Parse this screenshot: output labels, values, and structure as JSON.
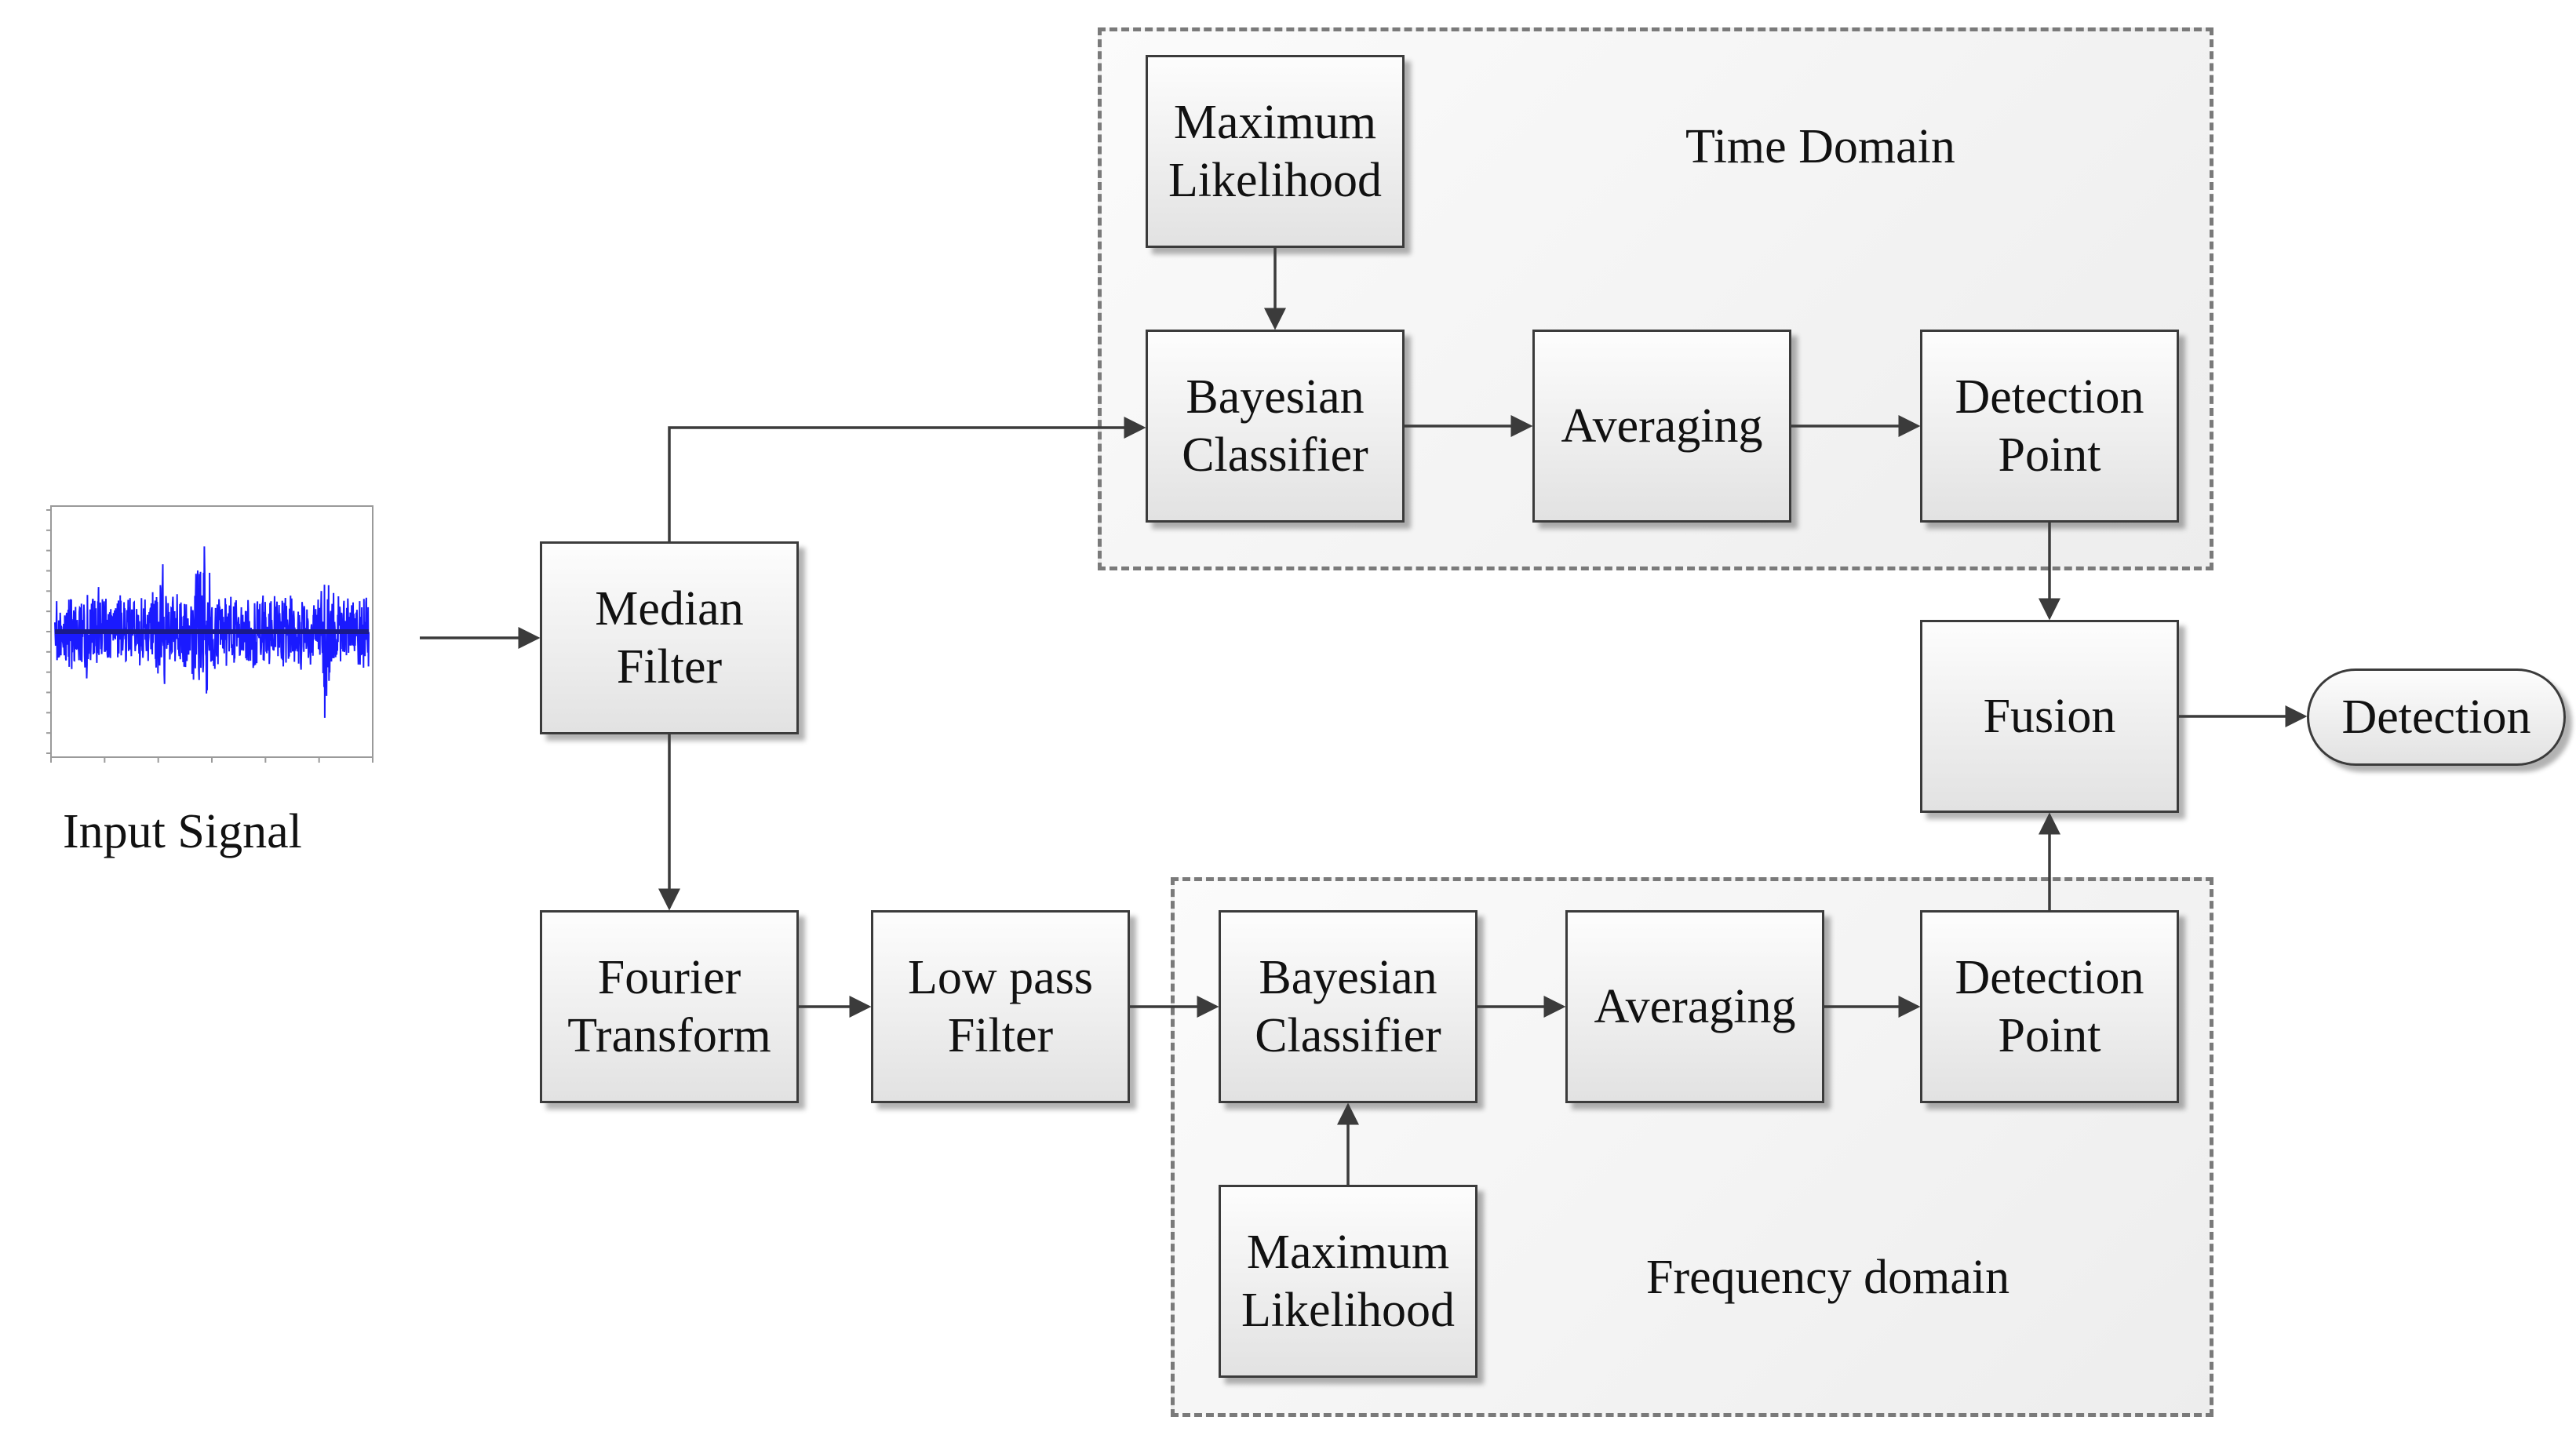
{
  "regions": {
    "time": {
      "label": "Time Domain"
    },
    "frequency": {
      "label": "Frequency domain"
    }
  },
  "input": {
    "label": "Input Signal"
  },
  "blocks": {
    "median_filter": "Median\nFilter",
    "fourier_transform": "Fourier\nTransform",
    "low_pass_filter": "Low pass\nFilter",
    "time_max_likelihood": "Maximum\nLikelihood",
    "time_bayesian": "Bayesian\nClassifier",
    "time_averaging": "Averaging",
    "time_detection_point": "Detection\nPoint",
    "fusion": "Fusion",
    "detection": "Detection",
    "freq_bayesian": "Bayesian\nClassifier",
    "freq_averaging": "Averaging",
    "freq_detection_point": "Detection\nPoint",
    "freq_max_likelihood": "Maximum\nLikelihood"
  },
  "colors": {
    "signal": "#1a1aff",
    "line": "#3b3b3b"
  }
}
